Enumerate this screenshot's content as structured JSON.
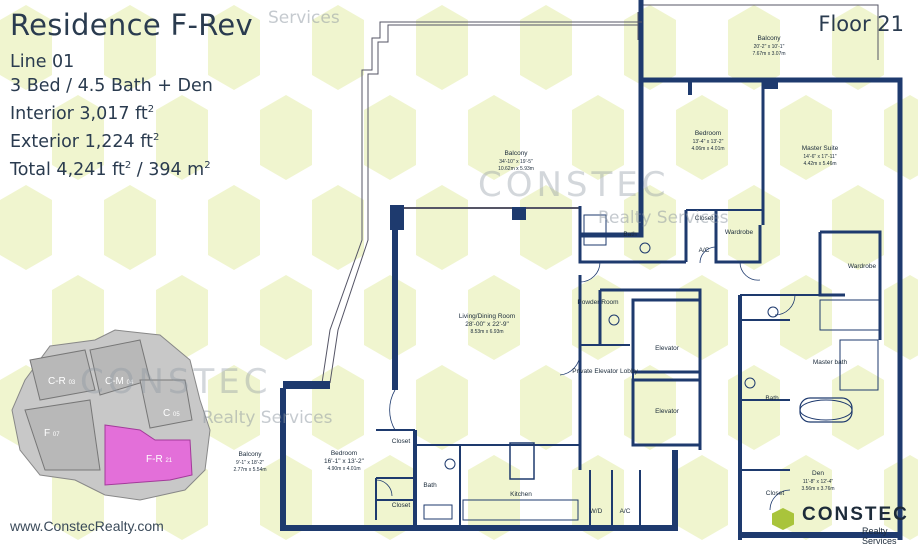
{
  "residence": {
    "title": "Residence F-Rev",
    "line": "Line 01",
    "beds_baths": "3 Bed / 4.5 Bath + Den",
    "interior_label": "Interior 3,017 ft",
    "exterior_label": "Exterior 1,224 ft",
    "total_label": "Total 4,241 ft",
    "total_sep": " / 394 m",
    "sq": "2"
  },
  "floor": "Floor 21",
  "website": "www.ConstecRealty.com",
  "watermark": {
    "brand": "CONSTEC",
    "sub": "Realty Services",
    "sub_short": "Services"
  },
  "logo": {
    "name": "CONSTEC",
    "sub": "Realty Services"
  },
  "keyplan": {
    "units": [
      {
        "label": "C-R",
        "num": "03"
      },
      {
        "label": "C-M",
        "num": "04"
      },
      {
        "label": "C",
        "num": "05"
      },
      {
        "label": "F",
        "num": "07"
      },
      {
        "label": "F-R",
        "num": "21"
      }
    ],
    "highlight_color": "#e36fd9"
  },
  "rooms": {
    "balcony_top": {
      "name": "Balcony",
      "dim": "20'-2\" x 10'-1\"",
      "metric": "7.67m x 3.07m"
    },
    "balcony_main": {
      "name": "Balcony",
      "dim": "34'-10\" x 19'-5\"",
      "metric": "10.62m x 5.93m"
    },
    "bedroom_1": {
      "name": "Bedroom",
      "dim": "13'-4\" x 13'-2\"",
      "metric": "4.06m x 4.01m"
    },
    "master_suite": {
      "name": "Master Suite",
      "dim": "14'-6\" x 17'-11\"",
      "metric": "4.42m x 5.46m"
    },
    "closet_1": {
      "name": "Closet"
    },
    "bath_1": {
      "name": "Bath"
    },
    "wardrobe_1": {
      "name": "Wardrobe"
    },
    "ac_1": {
      "name": "A/C"
    },
    "wardrobe_2": {
      "name": "Wardrobe"
    },
    "living": {
      "name": "Living/Dining Room",
      "dim": "28'-00\" x 22'-9\"",
      "metric": "8.53m x 6.93m"
    },
    "powder": {
      "name": "Powder Room"
    },
    "elevator_1": {
      "name": "Elevator"
    },
    "elevator_2": {
      "name": "Elevator"
    },
    "lobby": {
      "name": "Private Elevator Lobby"
    },
    "master_bath": {
      "name": "Master bath"
    },
    "bath_2": {
      "name": "Bath"
    },
    "balcony_left": {
      "name": "Balcony",
      "dim": "9'-1\" x 18'-2\"",
      "metric": "2.77m x 5.54m"
    },
    "bedroom_2": {
      "name": "Bedroom",
      "dim": "16'-1\" x 13'-2\"",
      "metric": "4.90m x 4.01m"
    },
    "closet_2": {
      "name": "Closet"
    },
    "closet_3": {
      "name": "Closet"
    },
    "bath_3": {
      "name": "Bath"
    },
    "kitchen": {
      "name": "Kitchen"
    },
    "wd": {
      "name": "W/D"
    },
    "ac_2": {
      "name": "A/C"
    },
    "den": {
      "name": "Den",
      "dim": "11'-8\" x 12'-4\"",
      "metric": "3.56m x 3.76m"
    },
    "closet_4": {
      "name": "Closet"
    }
  },
  "colors": {
    "wall": "#1e3a6e",
    "hex_pattern": "#eef3c8",
    "keyplan_gray": "#c8c8c8"
  }
}
